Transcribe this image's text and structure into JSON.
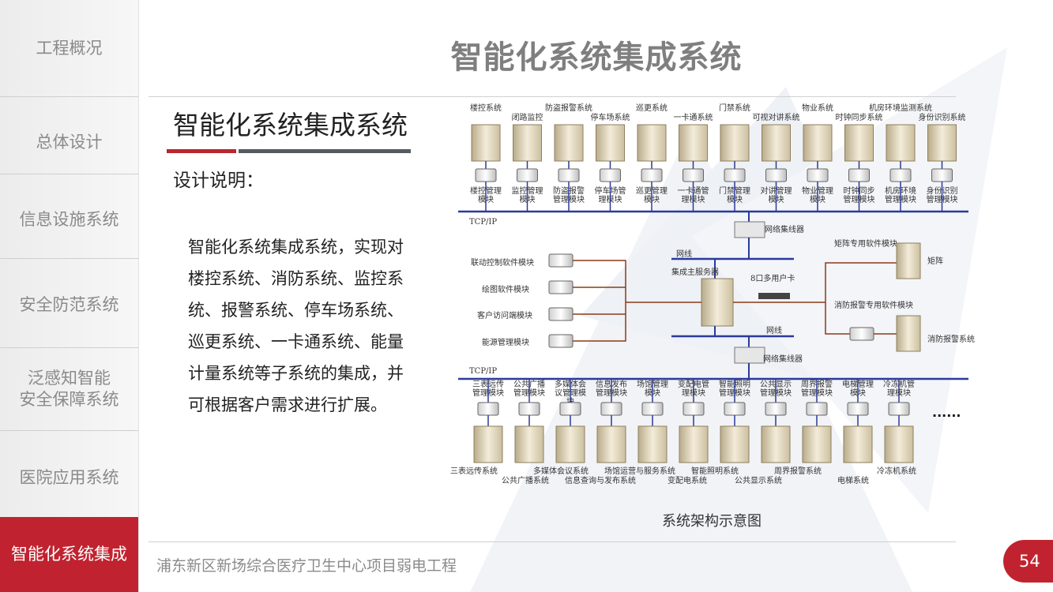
{
  "sidebar": {
    "items": [
      {
        "label": "工程概况"
      },
      {
        "label": "总体设计"
      },
      {
        "label": "信息设施系统"
      },
      {
        "label": "安全防范系统"
      },
      {
        "label": "泛感知智能\n安全保障系统"
      },
      {
        "label": "医院应用系统"
      },
      {
        "label": "智能化系统集成"
      }
    ],
    "active_index": 6
  },
  "header": {
    "title": "智能化系统集成系统"
  },
  "content": {
    "subtitle": "智能化系统集成系统",
    "design_label": "设计说明：",
    "description": "智能化系统集成系统，实现对楼控系统、消防系统、监控系统、报警系统、停车场系统、巡更系统、一卡通系统、能量计量系统等子系统的集成，并可根据客户需求进行扩展。"
  },
  "diagram": {
    "caption": "系统架构示意图",
    "top_systems": [
      "楼控系统",
      "闭路监控",
      "防盗报警系统",
      "停车场系统",
      "巡更系统",
      "一卡通系统",
      "门禁系统",
      "可视对讲系统",
      "物业系统",
      "时钟同步系统",
      "机房环境监测系统",
      "身份识别系统"
    ],
    "top_modules": [
      "楼控管理模块",
      "监控管理模块",
      "防盗报警管理模块",
      "停车场管理模块",
      "巡更管理模块",
      "一卡通管理模块",
      "门禁管理模块",
      "对讲管理模块",
      "物业管理模块",
      "时钟同步管理模块",
      "机房环境管理模块",
      "身份识别管理模块"
    ],
    "tcpip": "TCP/IP",
    "hub": "网络集线器",
    "net_line": "网线",
    "software_modules": [
      "联动控制软件模块",
      "绘图软件模块",
      "客户访问端模块",
      "能源管理模块"
    ],
    "server": "集成主服务器",
    "multi_user_card": "8口多用户卡",
    "matrix_module": "矩阵专用软件模块",
    "matrix": "矩阵",
    "fire_module": "消防报警专用软件模块",
    "fire_system": "消防报警系统",
    "bottom_modules": [
      "三表远传管理模块",
      "公共广播管理模块",
      "多媒体会议管理模块",
      "信息发布管理模块",
      "场馆管理模块",
      "变配电管理模块",
      "智能照明管理模块",
      "公共显示管理模块",
      "周界报警管理模块",
      "电梯管理模块",
      "冷冻机管理模块"
    ],
    "bottom_systems_row1": [
      "三表远传系统",
      "多媒体会议系统",
      "场馆运营与服务系统",
      "智能照明系统",
      "周界报警系统",
      "冷冻机系统"
    ],
    "bottom_systems_row2": [
      "公共广播系统",
      "信息查询与发布系统",
      "变配电系统",
      "公共显示系统",
      "电梯系统"
    ],
    "ellipsis": "......"
  },
  "footer": {
    "project": "浦东新区新场综合医疗卫生中心项目弱电工程",
    "page_number": "54"
  },
  "colors": {
    "accent_red": "#c0232f",
    "bus_blue": "#2b3a9a",
    "link_brown": "#8b3a1a"
  }
}
